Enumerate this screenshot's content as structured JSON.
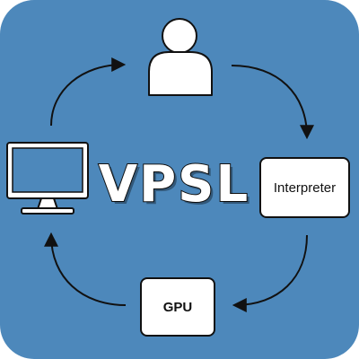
{
  "diagram": {
    "title": "VPSL",
    "nodes": [
      {
        "id": "user",
        "icon": "user-icon"
      },
      {
        "id": "interpreter",
        "label": "Interpreter"
      },
      {
        "id": "gpu",
        "label": "GPU"
      },
      {
        "id": "monitor",
        "icon": "monitor-icon"
      }
    ],
    "edges": [
      {
        "from": "user",
        "to": "interpreter"
      },
      {
        "from": "interpreter",
        "to": "gpu"
      },
      {
        "from": "gpu",
        "to": "monitor"
      },
      {
        "from": "monitor",
        "to": "user"
      }
    ]
  },
  "colors": {
    "background": "#4d88bb",
    "foreground": "#ffffff",
    "outline": "#111111"
  }
}
